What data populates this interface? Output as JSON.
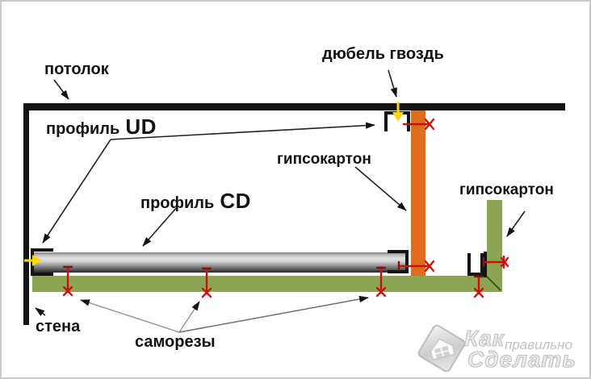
{
  "diagram": {
    "title_semantic": "suspended drywall ceiling installation scheme",
    "labels": {
      "ceiling": "потолок",
      "profile_ud": {
        "word": "профиль",
        "code": "UD"
      },
      "dowel_nail": "дюбель гвоздь",
      "drywall_left": "гипсокартон",
      "profile_cd": {
        "word": "профиль",
        "code": "CD"
      },
      "drywall_right": "гипсокартон",
      "wall": "стена",
      "screws": "саморезы"
    },
    "colors": {
      "structure_black": "#141414",
      "drywall_green": "#8ca552",
      "edge_strip_orange": "#de6e1c",
      "screw_red": "#cc1010",
      "dowel_yellow": "#ffd800",
      "cd_profile_gray": "#9e9e9e",
      "leader_line": "#222222",
      "border_gray": "#c9c9c9"
    }
  },
  "watermark": {
    "word1": "Как",
    "word2": "правильно",
    "word3": "Сделать",
    "icon": "house-diamond-icon",
    "color": "#c6c6c6"
  }
}
